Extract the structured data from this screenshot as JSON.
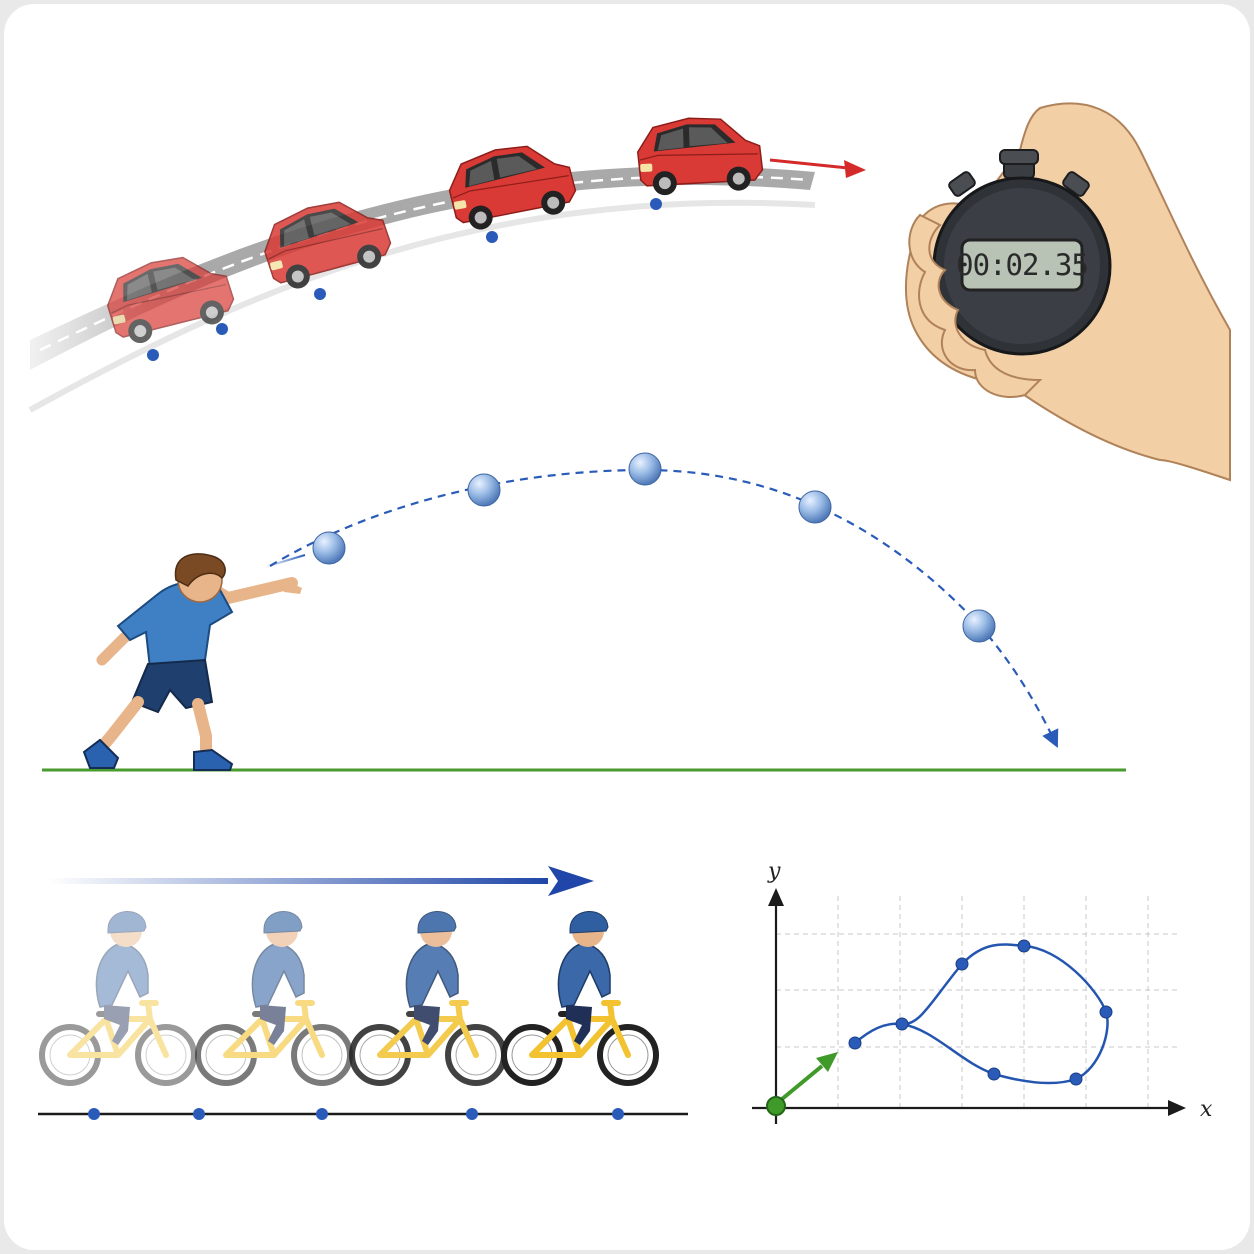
{
  "stopwatch": {
    "display": "00:02.35"
  },
  "graph": {
    "x_label": "x",
    "y_label": "y"
  },
  "colors": {
    "car_body": "#d93a35",
    "road": "#b8b8b8",
    "point_blue": "#2a5bb8",
    "ground": "#4a9a2e",
    "arrow_red": "#d42a2a",
    "arrow_blue": "#1f46a8",
    "graph_curve": "#2456b0",
    "start_green": "#3f9a2a",
    "bike_yellow": "#f2c230",
    "rider_blue": "#3a68a8"
  },
  "icons": [
    "red-car-icon",
    "stopwatch-icon",
    "hand-icon",
    "boy-throwing-icon",
    "ball-icon",
    "cyclist-icon"
  ]
}
